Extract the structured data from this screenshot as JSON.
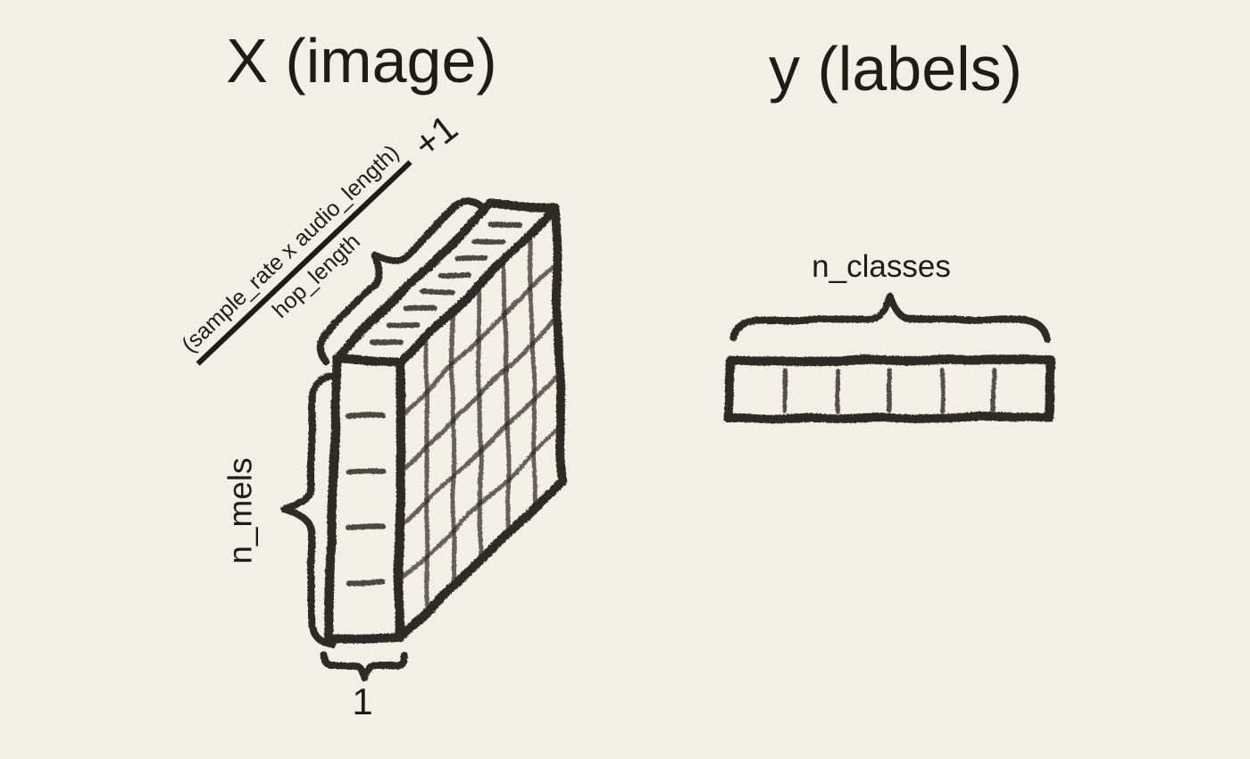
{
  "colors": {
    "background": "#f2efe6",
    "ink": "#2e2a25",
    "text": "#1e1c19"
  },
  "left_panel": {
    "title": "X (image)",
    "time_axis": {
      "numerator": "(sample_rate x audio_length)",
      "denominator": "hop_length",
      "suffix": "+1"
    },
    "mel_axis_label": "n_mels",
    "channel_axis_label": "1",
    "tensor": {
      "grid_columns": 6,
      "grid_rows": 5,
      "top_tick_count": 8
    }
  },
  "right_panel": {
    "title": "y (labels)",
    "class_axis_label": "n_classes",
    "cell_count": 6
  }
}
